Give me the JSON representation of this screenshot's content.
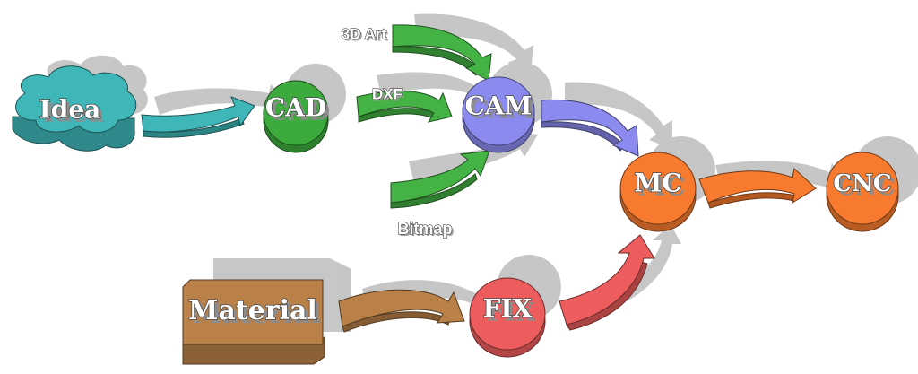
{
  "nodes": {
    "idea": {
      "label": "Idea",
      "color": "#3fb7b9"
    },
    "cad": {
      "label": "CAD",
      "color": "#3daa3d"
    },
    "cam": {
      "label": "CAM",
      "color": "#8b8bef"
    },
    "mc": {
      "label": "MC",
      "color": "#f77a2e"
    },
    "cnc": {
      "label": "CNC",
      "color": "#f77a2e"
    },
    "material": {
      "label": "Material",
      "color": "#b98048"
    },
    "fix": {
      "label": "FIX",
      "color": "#ee5d5d"
    }
  },
  "edges": {
    "idea_to_cad": {
      "color": "#3fb7b9"
    },
    "cad_to_cam": {
      "label": "DXF",
      "color": "#44b244"
    },
    "art_to_cam": {
      "label": "3D Art",
      "color": "#44b244"
    },
    "bitmap_to_cam": {
      "label": "Bitmap",
      "color": "#44b244"
    },
    "cam_to_mc": {
      "color": "#8b8bef"
    },
    "mc_to_cnc": {
      "color": "#f77a2e"
    },
    "material_to_fix": {
      "color": "#b98048"
    },
    "fix_to_mc": {
      "color": "#ee5d5d"
    }
  },
  "shadow_color": "#bdbdbd"
}
